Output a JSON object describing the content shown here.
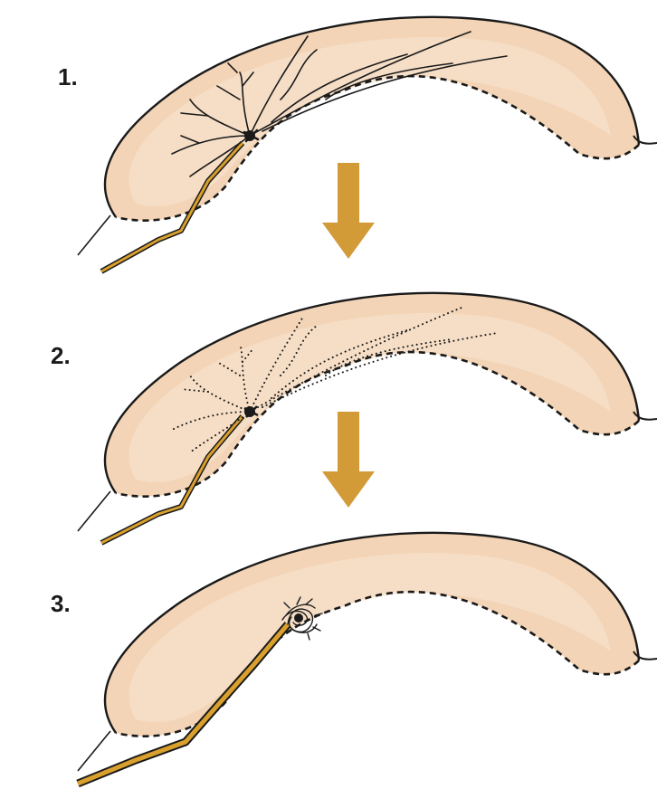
{
  "steps": [
    {
      "label": "1.",
      "stage": "arborized-axon"
    },
    {
      "label": "2.",
      "stage": "degenerating-arbor"
    },
    {
      "label": "3.",
      "stage": "retracted-growth-cone"
    }
  ],
  "arrows": [
    {
      "from": "1.",
      "to": "2."
    },
    {
      "from": "2.",
      "to": "3."
    }
  ],
  "colors": {
    "body_fill": "#f3d4b6",
    "body_fill_light": "#f8e3cf",
    "outline": "#1a1a1a",
    "arrow": "#d39a38",
    "axon": "#d9a02e"
  }
}
